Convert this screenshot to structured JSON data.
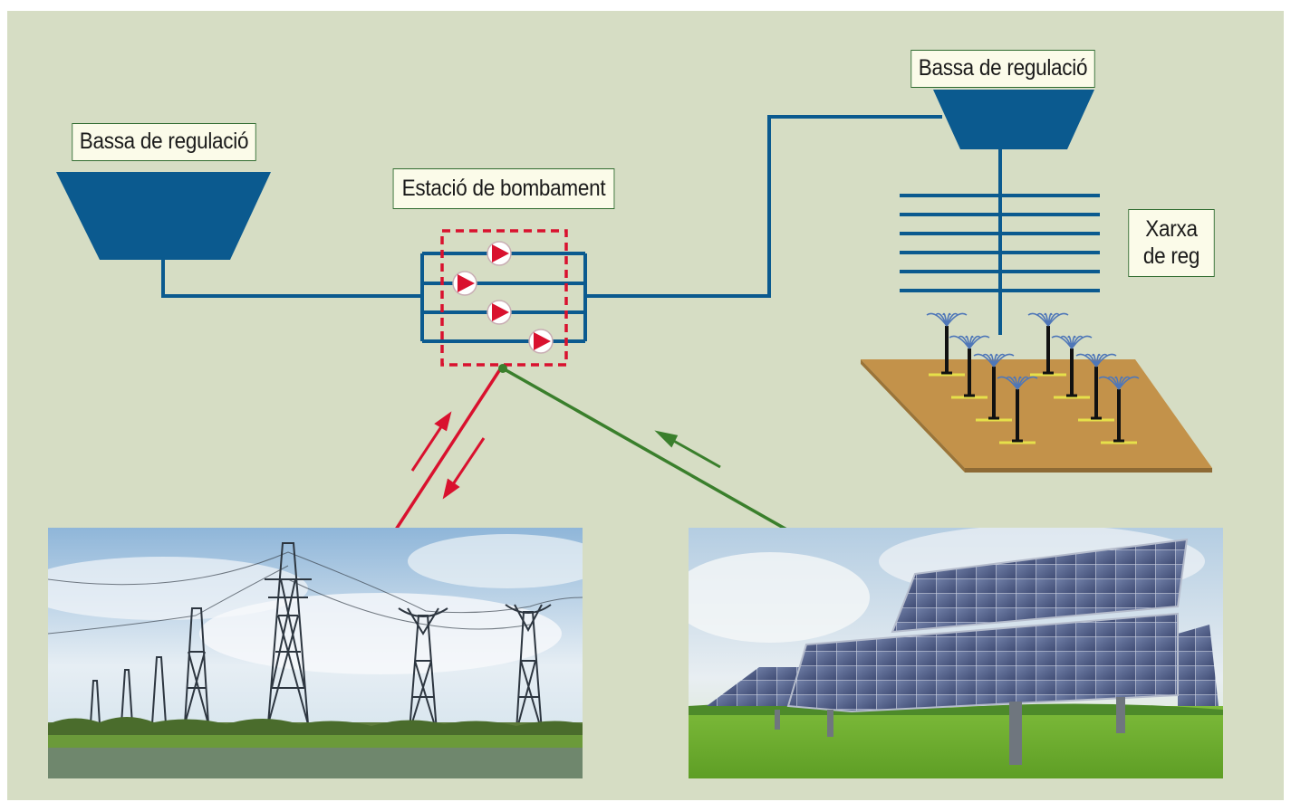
{
  "labels": {
    "reservoir_left": "Bassa de regulació",
    "reservoir_right": "Bassa de regulació",
    "pump_station": "Estació de bombament",
    "network_line1": "Xarxa",
    "network_line2": "de reg"
  },
  "images": {
    "grid": "electricity-pylons-photo",
    "solar": "solar-panels-photo"
  },
  "colors": {
    "background": "#d6ddc4",
    "water": "#0b5a8f",
    "grid_connection": "#d9112e",
    "solar_connection": "#3a7f2c",
    "field": "#c3924a",
    "label_border": "#2f6b2f"
  }
}
